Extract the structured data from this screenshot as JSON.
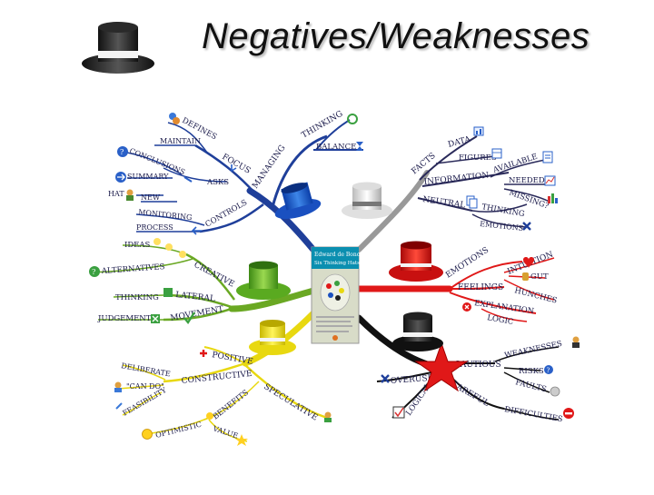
{
  "title": "Negatives/Weaknesses",
  "book": {
    "author": "Edward de Bono",
    "title": "Six Thinking Hats"
  },
  "branches": {
    "blue": {
      "color": "#1f3f9a",
      "labels": {
        "managing": "MANAGING",
        "thinking": "THINKING",
        "balance": "BALANCE",
        "focus": "FOCUS",
        "defines": "DEFINES",
        "maintain": "MAINTAIN",
        "asks": "ASKS",
        "conclusions": "CONCLUSIONS",
        "summary": "SUMMARY",
        "new": "NEW",
        "hat": "HAT",
        "monitoring": "MONITORING",
        "controls": "CONTROLS",
        "process": "PROCESS"
      }
    },
    "white": {
      "color": "#2a2a5a",
      "labels": {
        "facts": "FACTS",
        "data": "DATA",
        "figures": "FIGURES",
        "information": "INFORMATION",
        "available": "AVAILABLE",
        "needed": "NEEDED",
        "missing": "MISSING?",
        "neutral": "NEUTRAL",
        "thinking": "THINKING",
        "emotions": "EMOTIONS"
      }
    },
    "green": {
      "color": "#6aa823",
      "labels": {
        "ideas": "IDEAS",
        "creative": "CREATIVE",
        "alternatives": "ALTERNATIVES",
        "lateral": "LATERAL",
        "thinking": "THINKING",
        "movement": "MOVEMENT",
        "judgement": "JUDGEMENT"
      }
    },
    "red": {
      "color": "#e01818",
      "labels": {
        "emotions": "EMOTIONS",
        "intuition": "INTUITION",
        "gut": "GUT",
        "feelings": "FEELINGS",
        "hunches": "HUNCHES",
        "explanation": "EXPLANATION",
        "logic": "LOGIC"
      }
    },
    "yellow": {
      "color": "#e8d810",
      "labels": {
        "positive": "POSITIVE",
        "constructive": "CONSTRUCTIVE",
        "deliberate": "DELIBERATE",
        "can_do": "\"CAN DO\"",
        "feasibility": "FEASIBILITY",
        "speculative": "SPECULATIVE",
        "benefits": "BENEFITS",
        "optimistic": "OPTIMISTIC",
        "value": "VALUE"
      }
    },
    "black": {
      "color": "#111111",
      "labels": {
        "cautious": "CAUTIOUS",
        "weaknesses": "WEAKNESSES",
        "risks": "RISKS",
        "faults": "FAULTS",
        "overuse": "OVERUSE",
        "logical": "LOGICAL",
        "careful": "CAREFUL",
        "difficulties": "DIFFICULTIES"
      }
    }
  },
  "colors": {
    "star": "#e01818",
    "book_cover": "#d8dcc8",
    "book_band": "#0b8fb0"
  }
}
